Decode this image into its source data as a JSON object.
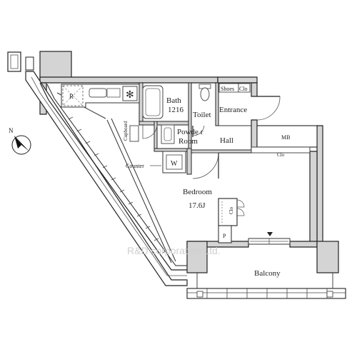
{
  "colors": {
    "wall_fill": "#d4d4d4",
    "wall_stroke": "#222222",
    "line": "#333333",
    "fixture": "#555555",
    "watermark": "#cfcfcf"
  },
  "compass": {
    "label": "N",
    "icon": "north-arrow-icon"
  },
  "rooms": {
    "bath": {
      "name": "Bath",
      "size": "1216"
    },
    "toilet": {
      "name": "Toilet"
    },
    "entrance": {
      "name": "Entrance"
    },
    "shoes": {
      "name": "Shoes"
    },
    "clo_entrance": {
      "name": "Clo"
    },
    "powder": {
      "line1": "Powde r",
      "line2": "Room"
    },
    "hall": {
      "name": "Hall"
    },
    "mb": {
      "name": "MB"
    },
    "clo_hall": {
      "name": "Clo"
    },
    "cupboard": {
      "name": "Cupboard"
    },
    "counter": {
      "name": "Counter"
    },
    "washer": {
      "name": "W"
    },
    "fridge": {
      "name": "R"
    },
    "bedroom": {
      "name": "Bedroom",
      "size": "17.6J"
    },
    "clo_bedroom": {
      "name": "Clo"
    },
    "pipe": {
      "name": "P"
    },
    "balcony": {
      "name": "Balcony"
    }
  },
  "watermark": "R&D corporation Ltd."
}
